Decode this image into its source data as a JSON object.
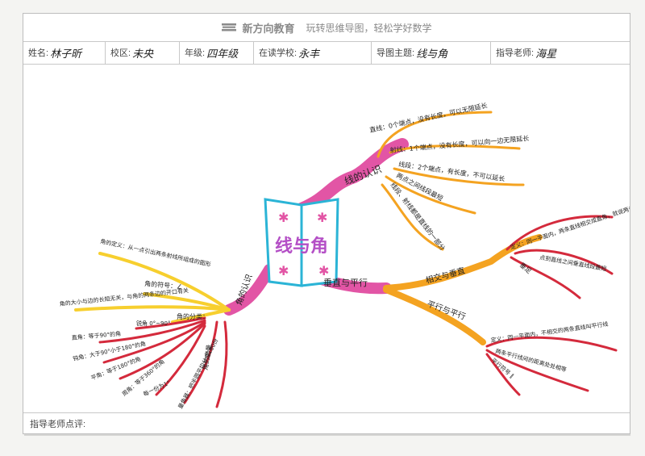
{
  "header": {
    "brand_icon": "book-stack-icon",
    "brand": "新方向教育",
    "slogan": "玩转思维导图，轻松学好数学"
  },
  "info": {
    "name_label": "姓名:",
    "name_value": "林子昕",
    "campus_label": "校区:",
    "campus_value": "未央",
    "grade_label": "年级:",
    "grade_value": "四年级",
    "school_label": "在读学校:",
    "school_value": "永丰",
    "topic_label": "导图主题:",
    "topic_value": "线与角",
    "teacher_label": "指导老师:",
    "teacher_value": "海星"
  },
  "mindmap": {
    "center": "线与角",
    "colors": {
      "center_border": "#2bb4d6",
      "center_text": "#b44fc6",
      "branch_pink": "#e255a5",
      "branch_orange": "#f4a321",
      "branch_red": "#d42a3c",
      "branch_yellow": "#f7cf2e"
    },
    "branch_recognition": {
      "label": "线的认识",
      "items": [
        "直线：0个端点，没有长度，可以无限延长",
        "射线：1个端点，没有长度，可以向一边无限延长",
        "线段：2个端点，有长度，不可以延长",
        "两点之间线段最短",
        "线段、射线都是直线的一部分"
      ]
    },
    "branch_perpendicular": {
      "label": "垂直与平行",
      "sub_perp": {
        "label": "相交与垂直",
        "items": [
          "定义：同一平面内，两条直线相交成直角，就说两条直线互相垂直",
          "垂足",
          "点到直线之间垂直线段最短"
        ]
      },
      "sub_parallel": {
        "label": "平行与平行",
        "items": [
          "定义：同一平面内，不相交的两条直线叫平行线",
          "两条平行线间的距离处处相等",
          "平行符号 ∥"
        ]
      }
    },
    "branch_angle": {
      "label": "角的认识",
      "items": [
        "角的定义：从一点引出两条射线所组成的图形",
        "角的符号：∠",
        "角的大小与边的长短无关，与角的两条边的开口有关",
        "角的分类："
      ],
      "classes": [
        "锐角 0°~90°",
        "直角：等于90°的角",
        "钝角：大于90°小于180°的角",
        "平角：等于180°的角",
        "周角：等于360°的角"
      ],
      "measure": [
        "角的度量",
        "量角器：把半圆平均分成180份",
        "每一份为1°"
      ]
    }
  },
  "footer": {
    "comment_label": "指导老师点评:"
  }
}
